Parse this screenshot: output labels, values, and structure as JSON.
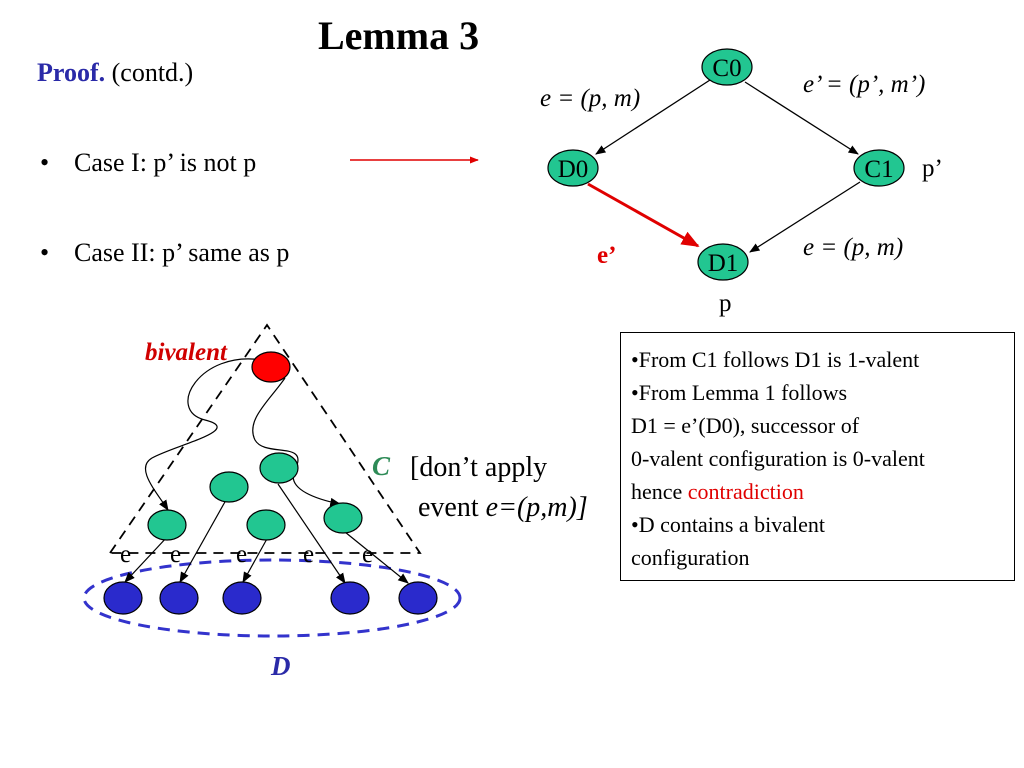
{
  "title": "Lemma 3",
  "proof": {
    "label": "Proof.",
    "text": "(contd.)"
  },
  "bullets": [
    {
      "symbol": "•",
      "text": "Case I: p’ is not p"
    },
    {
      "symbol": "•",
      "text": "Case II: p’ same as p"
    }
  ],
  "graph": {
    "nodes": {
      "c0": "C0",
      "d0": "D0",
      "c1": "C1",
      "d1": "D1"
    },
    "edge_labels": {
      "c0_d0": "e = (p, m)",
      "c0_c1": "e’ = (p’, m’)",
      "c1_d1": "e = (p, m)",
      "d0_d1": "e’"
    },
    "process_labels": {
      "c1": "p’",
      "d1": "p"
    }
  },
  "lower": {
    "bivalent_label": "bivalent",
    "c_label": "C",
    "note_line1": "[don’t apply",
    "note_line2_prefix": "event ",
    "note_line2_math": "e=(p,m)]",
    "d_label": "D",
    "e_labels": [
      "e",
      "e",
      "e",
      "e",
      "e"
    ]
  },
  "info_box": {
    "line1": "•From C1 follows D1 is 1-valent",
    "line2": "•From Lemma 1 follows",
    "line3": "D1 = e’(D0),  successor of",
    "line4": "0-valent configuration is 0-valent",
    "line5_prefix": "hence ",
    "line5_highlight": "contradiction",
    "line6": "•D contains a bivalent",
    "line7": "configuration"
  },
  "colors": {
    "node_green": "#22c691",
    "node_red": "#ff0000",
    "node_blue": "#2a2acc",
    "arrow_red": "#e00000",
    "ellipse_blue": "#3333cc",
    "label_blue_purple": "#2a2aa8",
    "bivalent_red": "#d00000"
  }
}
